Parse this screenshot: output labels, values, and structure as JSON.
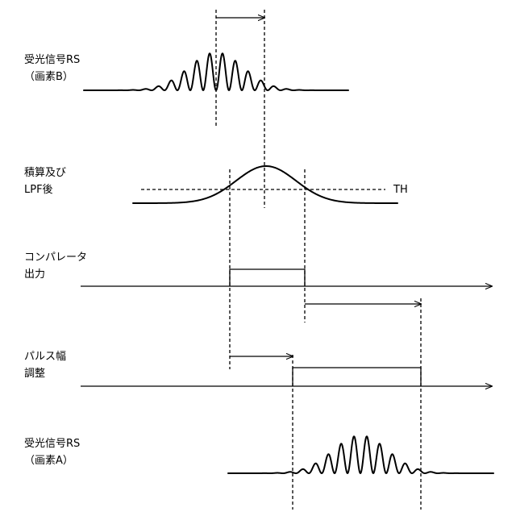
{
  "labels": {
    "rs_b_line1": "受光信号RS",
    "rs_b_line2": "（画素B）",
    "lpf_line1": "積算及び",
    "lpf_line2": "LPF後",
    "threshold": "TH",
    "comparator_line1": "コンパレータ",
    "comparator_line2": "出力",
    "pulse_line1": "パルス幅",
    "pulse_line2": "調整",
    "rs_a_line1": "受光信号RS",
    "rs_a_line2": "（画素A）"
  },
  "colors": {
    "ink": "#000000",
    "background": "#ffffff"
  }
}
